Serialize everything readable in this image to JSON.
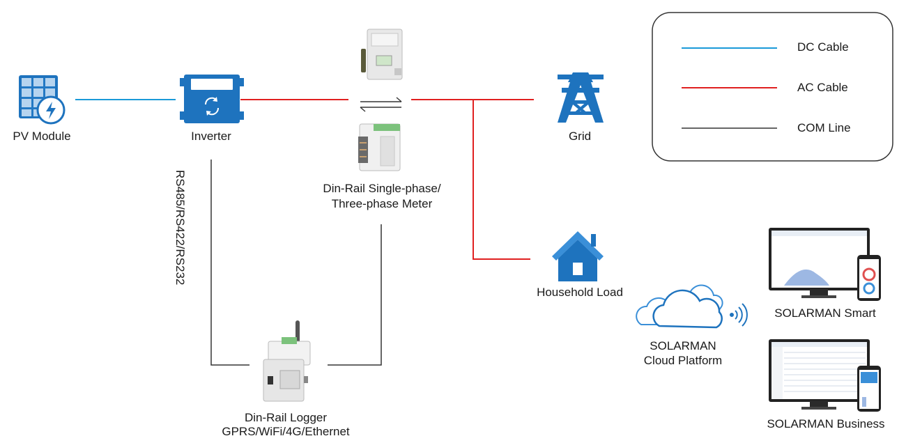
{
  "nodes": {
    "pv_module": "PV Module",
    "inverter": "Inverter",
    "meter_line1": "Din-Rail Single-phase/",
    "meter_line2": "Three-phase Meter",
    "grid": "Grid",
    "household_load": "Household Load",
    "logger_line1": "Din-Rail Logger",
    "logger_line2": "GPRS/WiFi/4G/Ethernet",
    "cloud_line1": "SOLARMAN",
    "cloud_line2": "Cloud Platform",
    "smart": "SOLARMAN Smart",
    "business": "SOLARMAN Business"
  },
  "connection_label": "RS485/RS422/RS232",
  "legend": {
    "items": [
      {
        "label": "DC Cable",
        "color": "#1a9ad8"
      },
      {
        "label": "AC Cable",
        "color": "#e02020"
      },
      {
        "label": "COM Line",
        "color": "#333333"
      }
    ]
  },
  "colors": {
    "icon_blue": "#1e73be",
    "icon_light": "#3a8fd8",
    "dc": "#1a9ad8",
    "ac": "#e02020",
    "com": "#333333"
  },
  "icons": [
    "solar-panel-icon",
    "inverter-icon",
    "meter-icon",
    "grid-tower-icon",
    "house-icon",
    "logger-icon",
    "cloud-icon",
    "wifi-signal-icon",
    "monitor-phone-icon"
  ]
}
